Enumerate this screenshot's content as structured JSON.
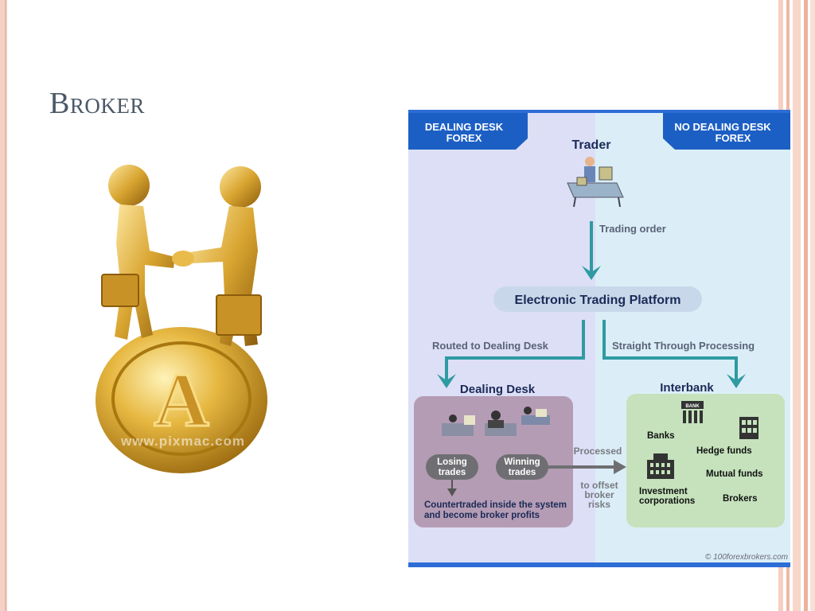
{
  "slide": {
    "title": "Broker",
    "image_watermark": "www.pixmac.com",
    "logo_letter": "A"
  },
  "diagram": {
    "left_banner": [
      "DEALING DESK",
      "FOREX"
    ],
    "right_banner": [
      "NO DEALING DESK",
      "FOREX"
    ],
    "trader_label": "Trader",
    "order_label": "Trading order",
    "platform_label": "Electronic Trading Platform",
    "routed_label": "Routed to Dealing Desk",
    "stp_label": "Straight Through Processing",
    "dealing_desk_label": "Dealing Desk",
    "interbank_label": "Interbank",
    "losing_label": [
      "Losing",
      "trades"
    ],
    "winning_label": [
      "Winning",
      "trades"
    ],
    "processed_label": "Processed",
    "offset_label": [
      "to offset",
      "broker",
      "risks"
    ],
    "countertraded_label": [
      "Countertraded inside the system",
      "and become broker profits"
    ],
    "bank_sign": "BANK",
    "interbank_items": {
      "banks": "Banks",
      "hedge_funds": "Hedge funds",
      "mutual_funds": "Mutual funds",
      "investment": [
        "Investment",
        "corporations"
      ],
      "brokers": "Brokers"
    },
    "copyright": "© 100forexbrokers.com"
  },
  "colors": {
    "left_panel": "#dcdff6",
    "right_panel": "#dbeef7",
    "banner": "#1c5fc4",
    "arrow_teal": "#2f9aa2",
    "dealing_box": "#b49cb4",
    "interbank_box": "#c5e2bc",
    "text_dark": "#1b2a57",
    "gold": "#d9a531"
  }
}
